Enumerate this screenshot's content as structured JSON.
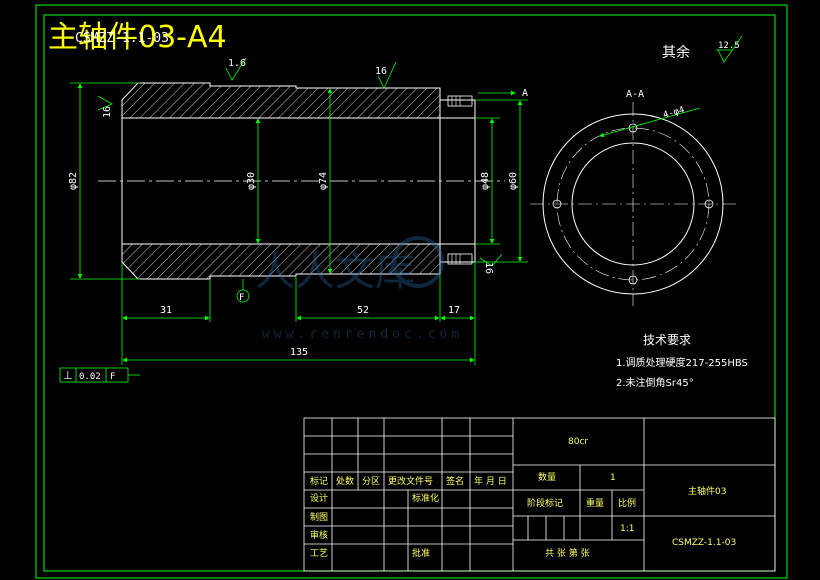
{
  "title": {
    "big": "主轴件03-A4",
    "code": "CSMZZ-1.1-03"
  },
  "roughness": {
    "rest_label": "其余",
    "rest_value": "12.5",
    "top_left": "1.6",
    "top_mid": "16",
    "left_face": "16",
    "right_face": "16"
  },
  "dimensions": {
    "d82": "φ82",
    "d30": "φ30",
    "d74": "φ74",
    "d48": "φ48",
    "d60": "φ60",
    "len31": "31",
    "len52": "52",
    "len17": "17",
    "len135": "135",
    "holes": "4-φ4",
    "section_mark": "A",
    "section_view": "A-A",
    "datum": "F"
  },
  "tolerance": {
    "symbol": "⊥",
    "value": "0.02",
    "datum": "F"
  },
  "notes": {
    "heading": "技术要求",
    "line1": "1.调质处理硬度217-255HBS",
    "line2": "2.未注倒角Sr45°"
  },
  "titleblock": {
    "material": "80cr",
    "h_mark": "标记",
    "h_count": "处数",
    "h_zone": "分区",
    "h_docno": "更改文件号",
    "h_sign": "签名",
    "h_date": "年 月 日",
    "design": "设计",
    "standard": "标准化",
    "draw": "制图",
    "check": "审核",
    "process": "工艺",
    "approve": "批准",
    "qty_label": "数量",
    "qty_value": "1",
    "stage": "阶段标记",
    "weight": "重量",
    "scale": "比例",
    "scale_value": "1:1",
    "sheets": "共 张 第 张",
    "part_name": "主轴件03",
    "drawing_no": "CSMZZ-1.1-03"
  },
  "watermark": {
    "brand": "人人文库",
    "url": "www.renrendoc.com"
  },
  "colors": {
    "frame": "#00ff00",
    "outline": "#ffffff",
    "dimension": "#00ff00",
    "text": "#ffff66",
    "title": "#ffff00"
  }
}
